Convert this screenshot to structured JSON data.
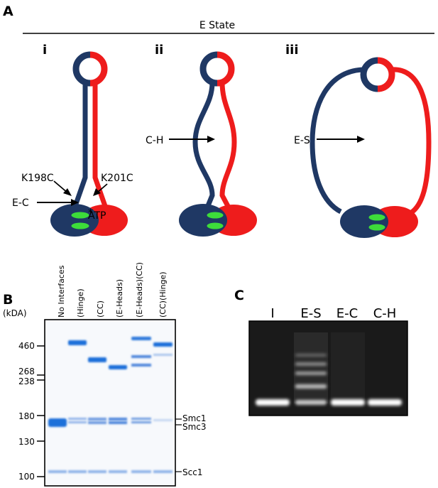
{
  "panels": {
    "A": {
      "letter": "A",
      "state_title": "E State",
      "subpanels": [
        {
          "numeral": "i",
          "arrow_label": "E-C",
          "atp": "ATP",
          "left_mutation": "K198C",
          "right_mutation": "K201C"
        },
        {
          "numeral": "ii",
          "arrow_label": "C-H"
        },
        {
          "numeral": "iii",
          "arrow_label": "E-S"
        }
      ]
    },
    "B": {
      "letter": "B",
      "unit_label": "(kDA)",
      "lanes": [
        "No Interfaces",
        "(Hinge)",
        "(CC)",
        "(E-Heads)",
        "(E-Heads)(CC)",
        "(CC)(Hinge)"
      ],
      "markers": [
        "460",
        "268",
        "238",
        "180",
        "130",
        "100"
      ],
      "band_labels": [
        "Smc1",
        "Smc3",
        "Scc1"
      ]
    },
    "C": {
      "letter": "C",
      "lanes": [
        "I",
        "E-S",
        "E-C",
        "C-H"
      ]
    }
  },
  "colors": {
    "smc_blue": "#1f3864",
    "smc_red": "#ee1c1c",
    "atp_green": "#3ddc3a",
    "coomassie_blue": "#1e6fd9",
    "gel_dark": "#1a1a1a"
  }
}
